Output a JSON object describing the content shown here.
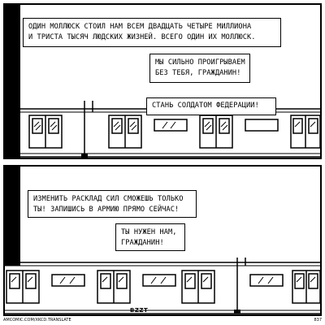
{
  "panel1": {
    "caption_lines": [
      "ОДИН МОЛЛЮСК СТОИЛ НАМ ВСЕМ ДВАДЦАТЬ ЧЕТЫРЕ МИЛЛИОНА",
      "И ТРИСТА ТЫСЯЧ ЛЮДСКИХ ЖИЗНЕЙ. ВСЕГО ОДИН ИХ МОЛЛЮСК."
    ],
    "bubble_lines": [
      "МЫ СИЛЬНО ПРОИГРЫВАЕМ",
      "БЕЗ ТЕБЯ, ГРАЖДАНИН!"
    ],
    "shout": "СТАНЬ СОЛДАТОМ ФЕДЕРАЦИИ!"
  },
  "panel2": {
    "bubble1_lines": [
      "ИЗМЕНИТЬ РАСКЛАД СИЛ СМОЖЕШЬ ТОЛЬКО",
      "ТЫ! ЗАПИШИСЬ В АРМИЮ ПРЯМО СЕЙЧАС!"
    ],
    "bubble2_lines": [
      "ТЫ НУЖЕН НАМ,",
      "ГРАЖДАНИН!"
    ],
    "sfx": "BZZT"
  },
  "footer": {
    "url": "AMCOMIC.COM/XKCD.TRANSLATE",
    "page_number": "837"
  }
}
